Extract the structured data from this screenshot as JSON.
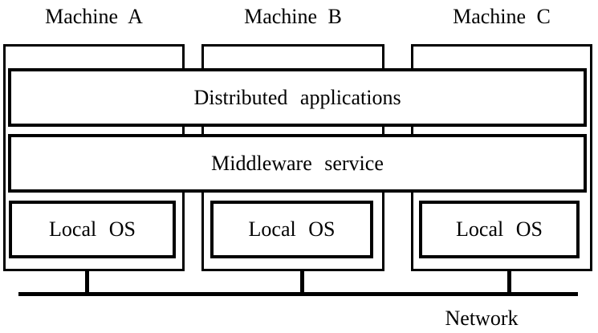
{
  "diagram": {
    "machines": [
      {
        "label": "Machine A",
        "local_os": "Local OS"
      },
      {
        "label": "Machine B",
        "local_os": "Local OS"
      },
      {
        "label": "Machine C",
        "local_os": "Local OS"
      }
    ],
    "shared_layers": [
      {
        "label": "Distributed applications"
      },
      {
        "label": "Middleware service"
      }
    ],
    "network_label": "Network"
  },
  "colors": {
    "line": "#000000",
    "background": "#ffffff",
    "text": "#000000"
  }
}
